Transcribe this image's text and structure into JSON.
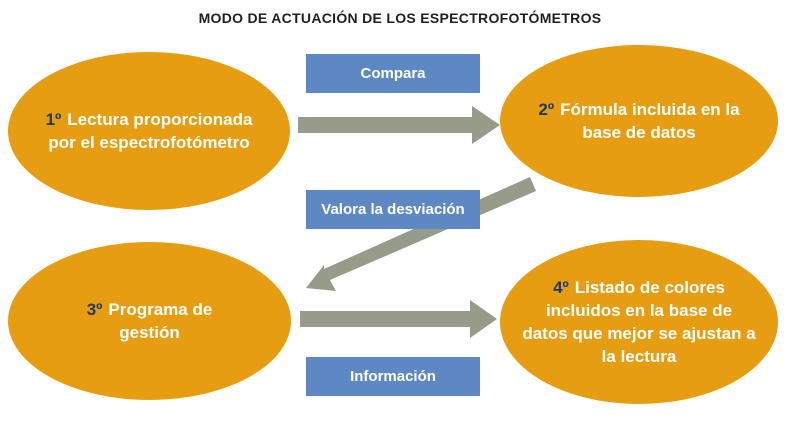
{
  "title": "MODO DE ACTUACIÓN DE LOS ESPECTROFOTÓMETROS",
  "steps": [
    {
      "num": "1º",
      "text": "Lectura proporcionada por el espectrofotómetro"
    },
    {
      "num": "2º",
      "text": "Fórmula incluida en la base de datos"
    },
    {
      "num": "3º",
      "text": "Programa de gestión"
    },
    {
      "num": "4º",
      "text": "Listado de colores incluidos en la base de datos que mejor se ajustan a la lectura"
    }
  ],
  "labels": {
    "compara": "Compara",
    "valora": "Valora la desviación",
    "informacion": "Información"
  },
  "colors": {
    "step_fill": "#e69d12",
    "number_text": "#1f3864",
    "label_box": "#5e88c4",
    "arrow": "#969b8a"
  }
}
